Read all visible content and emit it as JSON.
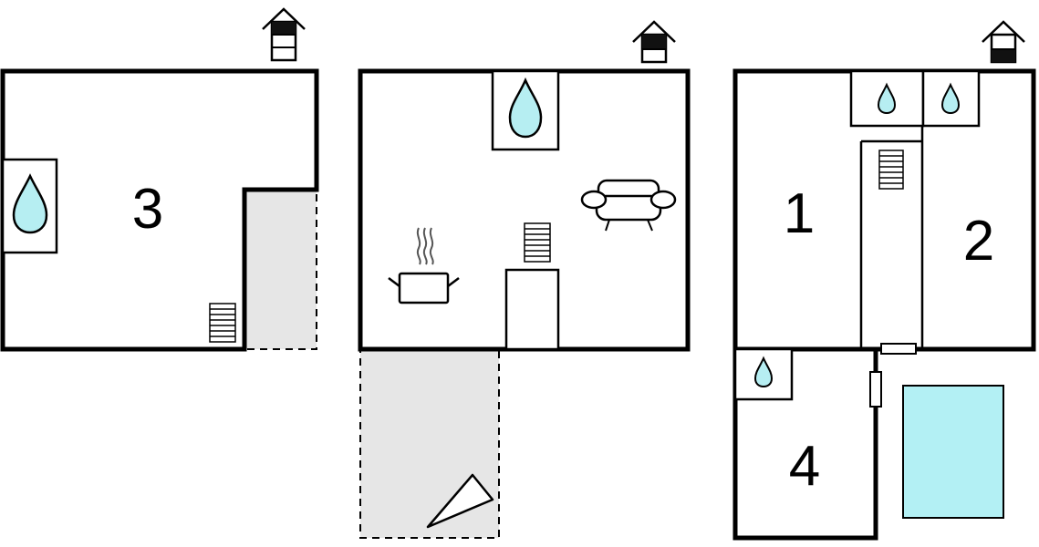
{
  "floor_plan": {
    "colors": {
      "wall": "#000000",
      "background": "#ffffff",
      "terrace_fill": "#e6e6e6",
      "water": "#b6eef2",
      "pool": "#b3f0f4",
      "floor_marker_dark": "#111111"
    },
    "floors": [
      {
        "name": "left-floor",
        "rooms": [
          {
            "number": "3"
          }
        ],
        "floor_marker": "house-level-icon"
      },
      {
        "name": "middle-floor",
        "rooms": [],
        "floor_marker": "house-level-icon"
      },
      {
        "name": "right-floor",
        "rooms": [
          {
            "number": "1"
          },
          {
            "number": "2"
          },
          {
            "number": "4"
          }
        ],
        "floor_marker": "house-level-icon"
      }
    ],
    "icons": [
      "house-level-icon",
      "water-drop-icon",
      "stairs-icon",
      "cooking-pot-icon",
      "sofa-icon",
      "compass-arrow-icon",
      "swimming-pool",
      "door-icon"
    ]
  }
}
